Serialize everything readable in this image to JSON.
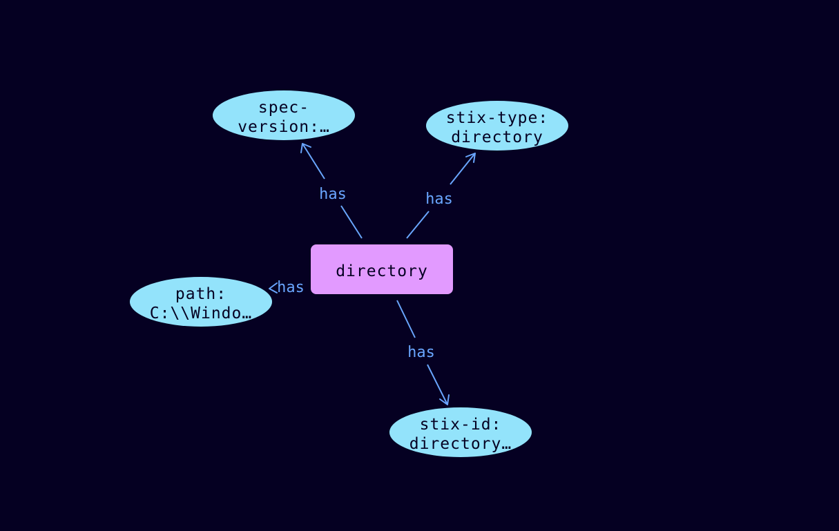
{
  "colors": {
    "background": "#050022",
    "center_node_fill": "#e29aff",
    "property_node_fill": "#93e3fb",
    "edge": "#6aa6ff",
    "node_text": "#050022"
  },
  "center_node": {
    "label": "directory"
  },
  "property_nodes": {
    "spec_version": {
      "line1": "spec-",
      "line2": "version:…"
    },
    "stix_type": {
      "line1": "stix-type:",
      "line2": "directory"
    },
    "path": {
      "line1": "path:",
      "line2": "C:\\\\Windo…"
    },
    "stix_id": {
      "line1": "stix-id:",
      "line2": "directory…"
    }
  },
  "edges": {
    "to_spec_version": {
      "label": "has"
    },
    "to_stix_type": {
      "label": "has"
    },
    "to_path": {
      "label": "has"
    },
    "to_stix_id": {
      "label": "has"
    }
  }
}
